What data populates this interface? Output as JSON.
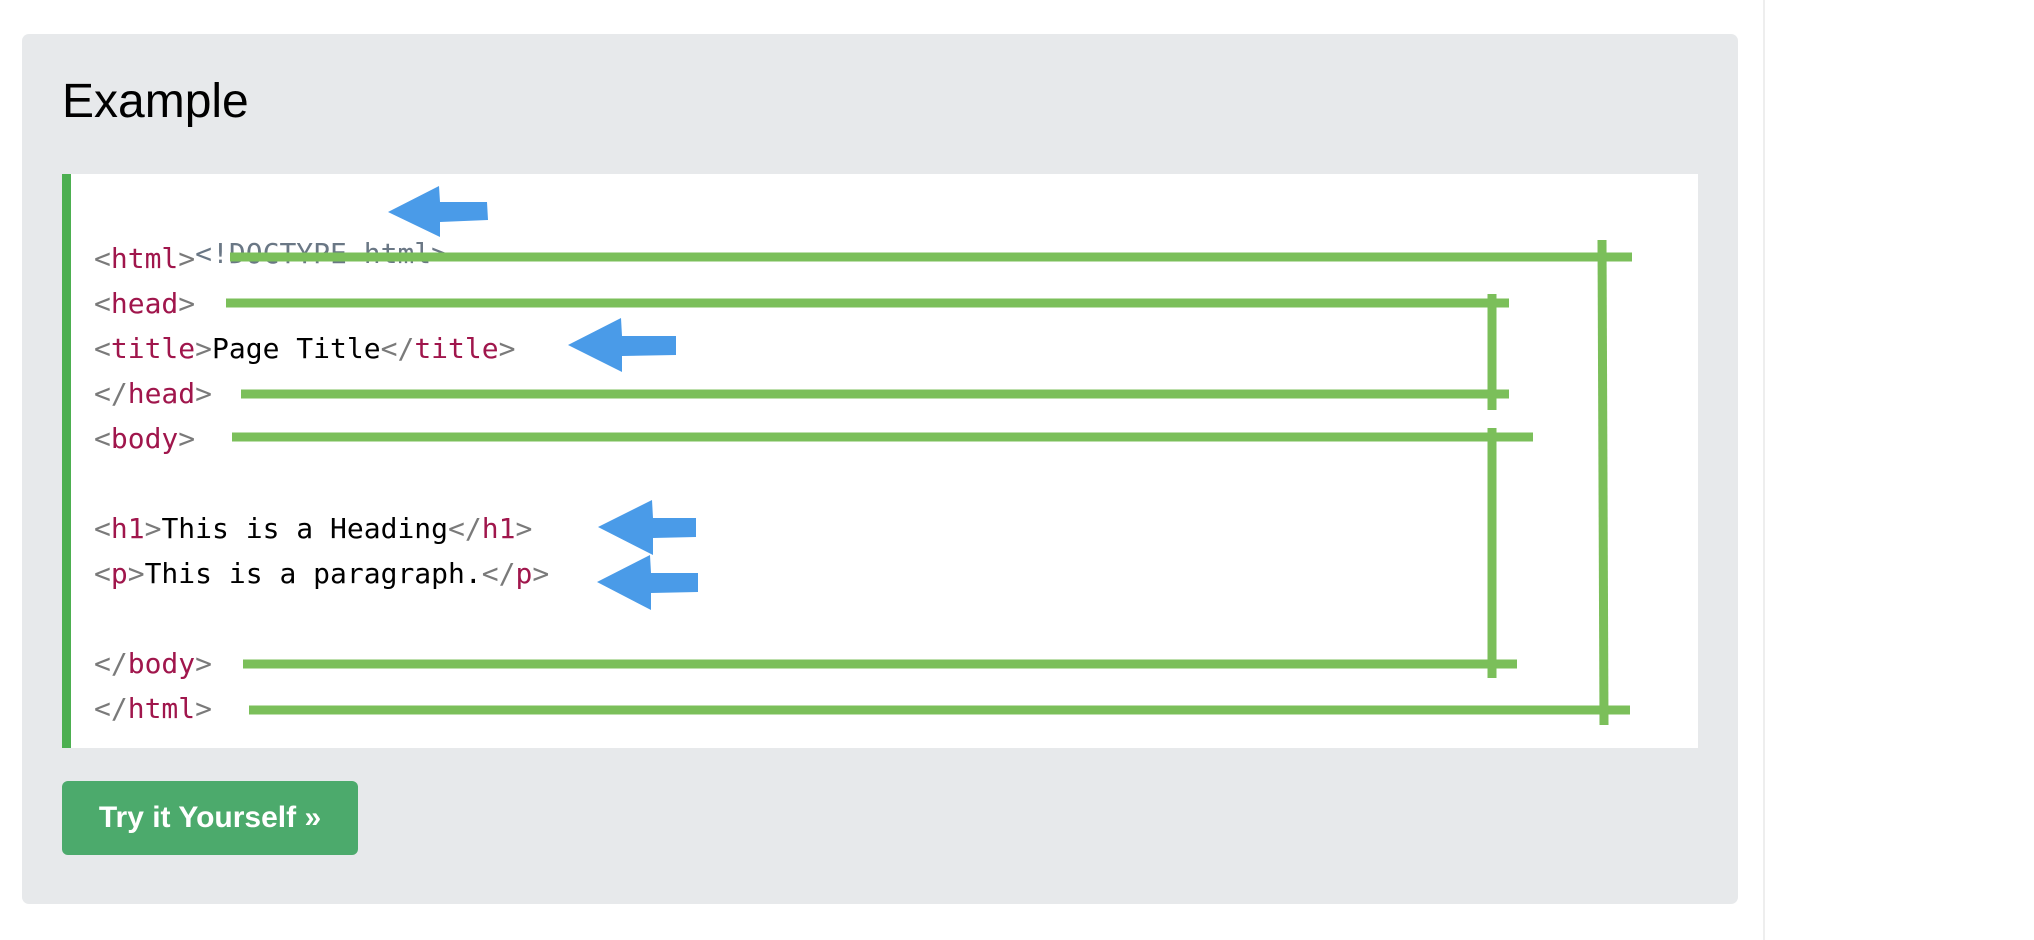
{
  "example": {
    "title": "Example",
    "button_label": "Try it Yourself »"
  },
  "code": {
    "doctype": "<!DOCTYPE html>",
    "lines": [
      {
        "open": "<",
        "tag": "html",
        "close": ">"
      },
      {
        "open": "<",
        "tag": "head",
        "close": ">"
      },
      {
        "open": "<",
        "tag": "title",
        "close": ">",
        "text": "Page Title",
        "open2": "</",
        "tag2": "title",
        "close2": ">"
      },
      {
        "open": "</",
        "tag": "head",
        "close": ">"
      },
      {
        "open": "<",
        "tag": "body",
        "close": ">"
      },
      {
        "open": "<",
        "tag": "h1",
        "close": ">",
        "text": "This is a Heading",
        "open2": "</",
        "tag2": "h1",
        "close2": ">"
      },
      {
        "open": "<",
        "tag": "p",
        "close": ">",
        "text": "This is a paragraph.",
        "open2": "</",
        "tag2": "p",
        "close2": ">"
      },
      {
        "open": "</",
        "tag": "body",
        "close": ">"
      },
      {
        "open": "</",
        "tag": "html",
        "close": ">"
      }
    ]
  },
  "colors": {
    "panel_bg": "#e7e9eb",
    "code_border": "#4caf50",
    "bracket_line": "#7bbf5a",
    "arrow": "#4a9be8",
    "tag": "#a0164c",
    "button_bg": "#4caa6c"
  }
}
